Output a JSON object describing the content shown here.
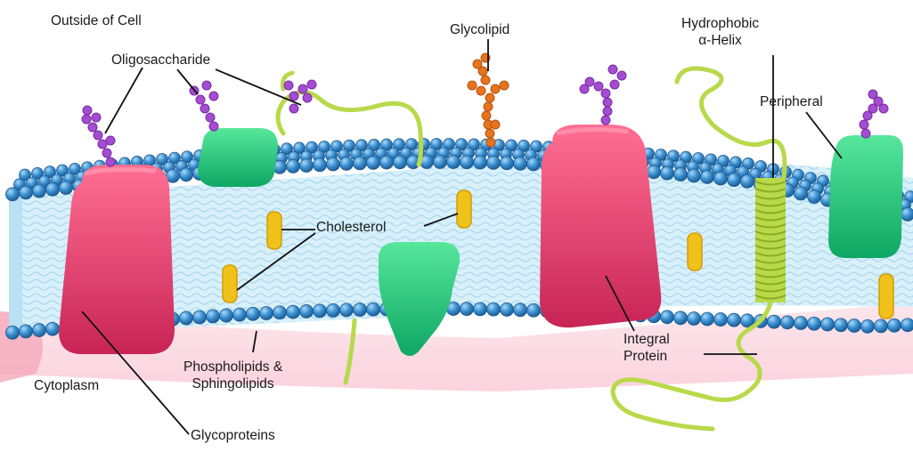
{
  "labels": {
    "outside_of_cell": "Outside of Cell",
    "oligosaccharide": "Oligosaccharide",
    "glycolipid": "Glycolipid",
    "hydrophobic_alpha_helix": "Hydrophobic\nα-Helix",
    "peripheral": "Peripheral",
    "cholesterol": "Cholesterol",
    "cytoplasm": "Cytoplasm",
    "phospholipids_sphingolipids": "Phospholipids &\nSphingolipids",
    "glycoproteins": "Glycoproteins",
    "integral_protein": "Integral\nProtein"
  },
  "colors": {
    "phospholipid_head": "#3a8fd0",
    "phospholipid_head_highlight": "#8fc8f0",
    "bilayer_interior": "#d8f0fa",
    "lipid_tail": "#a6d5ee",
    "integral_protein": "#e2456f",
    "peripheral_protein": "#1fc777",
    "oligosaccharide": "#a44dd0",
    "glycolipid_chain": "#e8731e",
    "cholesterol": "#f0c219",
    "alpha_helix": "#b8d94a",
    "cytoplasm_pink": "#fbd3de",
    "leader_line": "#111111"
  }
}
